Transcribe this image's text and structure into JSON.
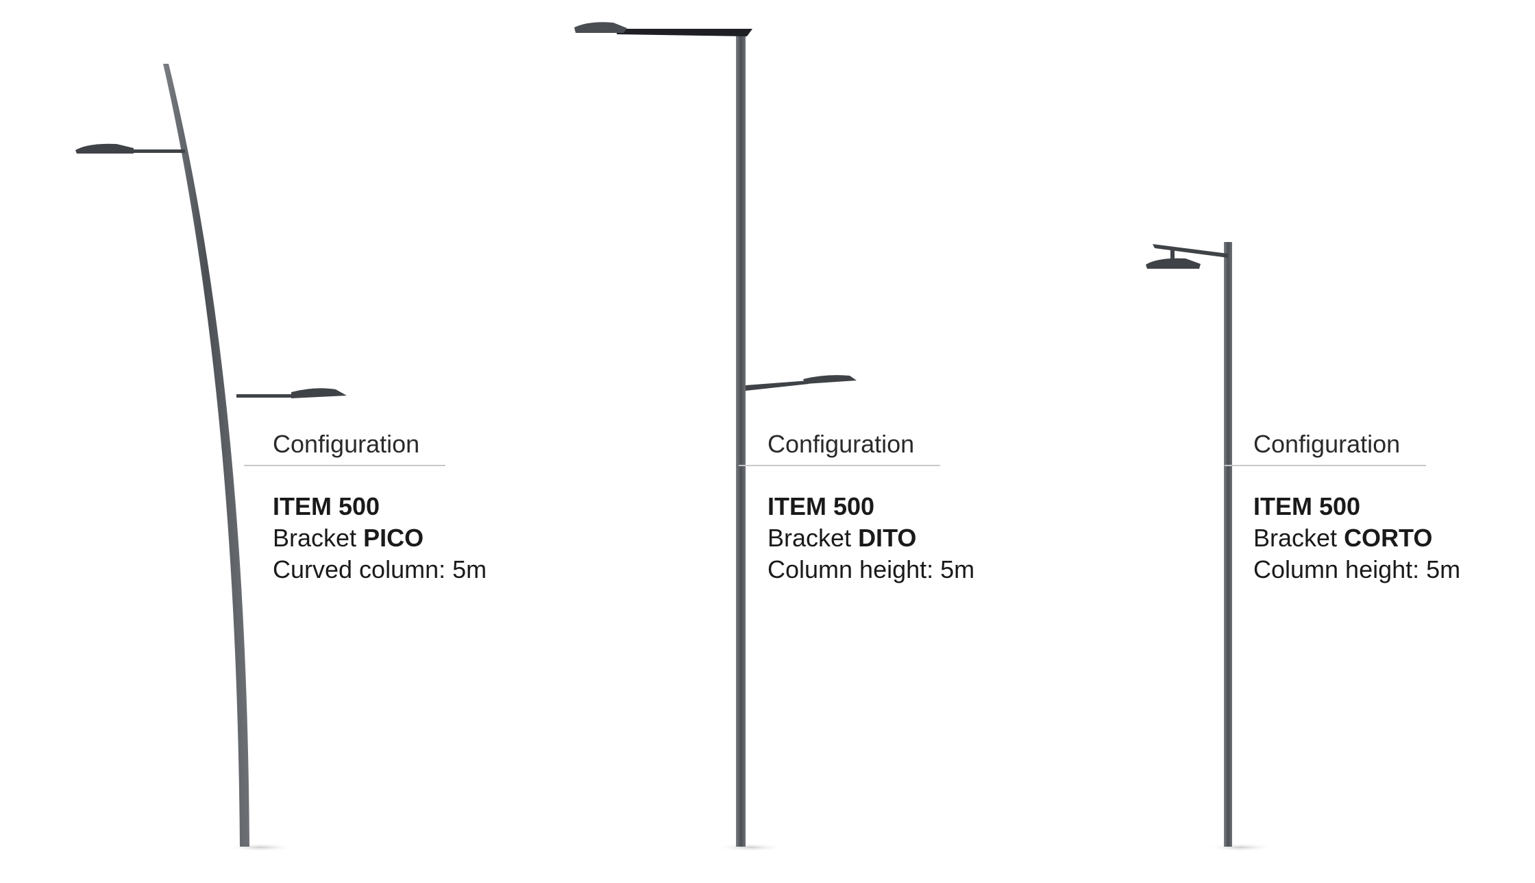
{
  "configurations": [
    {
      "heading": "Configuration",
      "item": "ITEM 500",
      "bracket_label": "Bracket",
      "bracket_name": "PICO",
      "column": "Curved column: 5m"
    },
    {
      "heading": "Configuration",
      "item": "ITEM 500",
      "bracket_label": "Bracket",
      "bracket_name": "DITO",
      "column": "Column height: 5m"
    },
    {
      "heading": "Configuration",
      "item": "ITEM 500",
      "bracket_label": "Bracket",
      "bracket_name": "CORTO",
      "column": "Column height: 5m"
    }
  ],
  "colors": {
    "pole": "#55595e",
    "lamp": "#3f4246",
    "rule": "#c8c8c8"
  }
}
